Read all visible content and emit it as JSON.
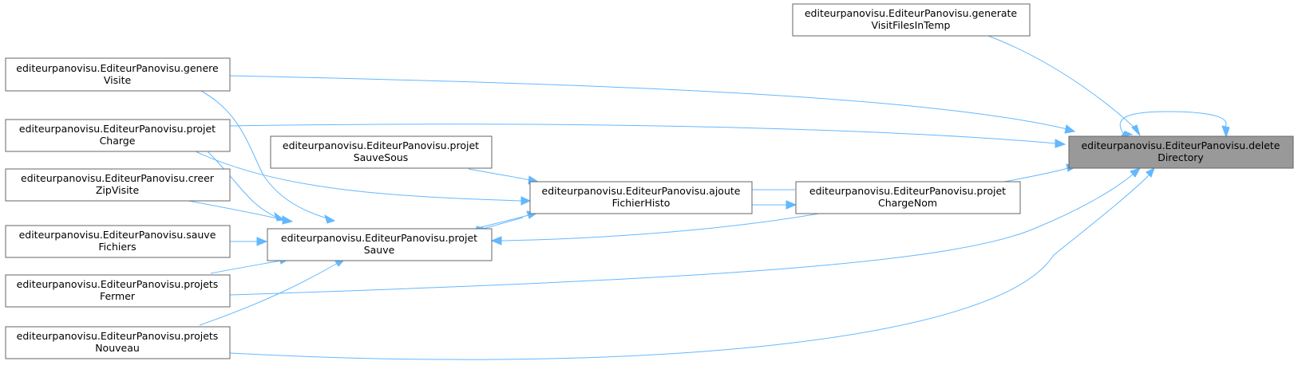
{
  "nodes": {
    "delete_directory": {
      "line1": "editeurpanovisu.EditeurPanovisu.delete",
      "line2": "Directory"
    },
    "generate_visit_files": {
      "line1": "editeurpanovisu.EditeurPanovisu.generate",
      "line2": "VisitFilesInTemp"
    },
    "genere_visite": {
      "line1": "editeurpanovisu.EditeurPanovisu.genere",
      "line2": "Visite"
    },
    "projet_charge": {
      "line1": "editeurpanovisu.EditeurPanovisu.projet",
      "line2": "Charge"
    },
    "projet_sauve_sous": {
      "line1": "editeurpanovisu.EditeurPanovisu.projet",
      "line2": "SauveSous"
    },
    "ajoute_fichier_histo": {
      "line1": "editeurpanovisu.EditeurPanovisu.ajoute",
      "line2": "FichierHisto"
    },
    "projet_charge_nom": {
      "line1": "editeurpanovisu.EditeurPanovisu.projet",
      "line2": "ChargeNom"
    },
    "creer_zip_visite": {
      "line1": "editeurpanovisu.EditeurPanovisu.creer",
      "line2": "ZipVisite"
    },
    "sauve_fichiers": {
      "line1": "editeurpanovisu.EditeurPanovisu.sauve",
      "line2": "Fichiers"
    },
    "projet_sauve": {
      "line1": "editeurpanovisu.EditeurPanovisu.projet",
      "line2": "Sauve"
    },
    "projets_fermer": {
      "line1": "editeurpanovisu.EditeurPanovisu.projets",
      "line2": "Fermer"
    },
    "projets_nouveau": {
      "line1": "editeurpanovisu.EditeurPanovisu.projets",
      "line2": "Nouveau"
    }
  },
  "colors": {
    "edge": "#63b8ff",
    "node_border": "#666666",
    "target_fill": "#999999"
  }
}
